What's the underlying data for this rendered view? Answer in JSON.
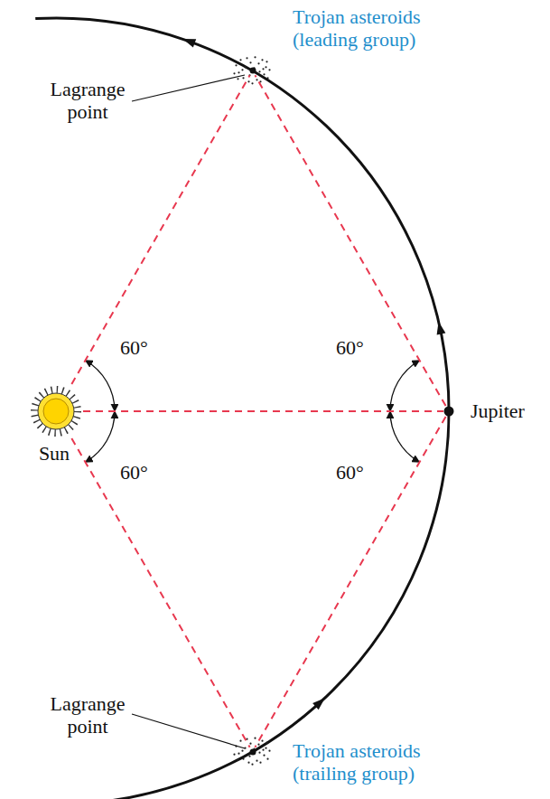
{
  "diagram": {
    "nodes": [
      {
        "text": [
          "Trojan asteroids (leading group)"
        ]
      },
      {
        "text": [
          "Sun"
        ]
      },
      {
        "text": [
          "Jupiter"
        ]
      },
      {
        "text": [
          "Trojan asteroids (trailing group)"
        ]
      }
    ],
    "edges": [
      {
        "from": 1,
        "to": 2,
        "arrow": "none"
      },
      {
        "from": 1,
        "to": 0,
        "arrow": "none"
      },
      {
        "from": 2,
        "to": 0,
        "arrow": "none"
      },
      {
        "from": 1,
        "to": 3,
        "arrow": "none"
      },
      {
        "from": 2,
        "to": 3,
        "arrow": "none"
      }
    ],
    "labels": [
      "Lagrange point",
      "60°",
      "60°",
      "60°",
      "60°",
      "Lagrange point"
    ]
  }
}
